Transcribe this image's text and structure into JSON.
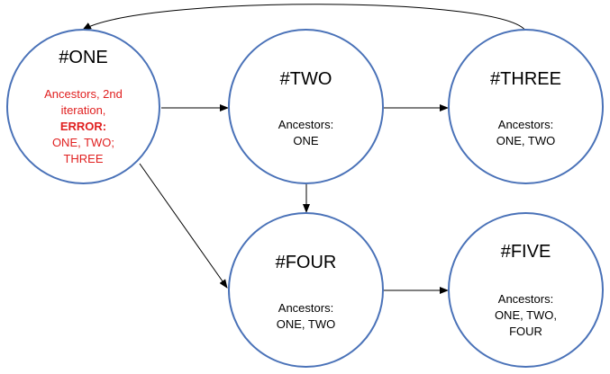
{
  "nodes": {
    "one": {
      "title": "#ONE",
      "lines": [
        "Ancestors, 2nd",
        "iteration,",
        "ERROR:",
        "ONE, TWO;",
        "THREE"
      ],
      "error": true
    },
    "two": {
      "title": "#TWO",
      "lines": [
        "Ancestors:",
        "ONE"
      ]
    },
    "three": {
      "title": "#THREE",
      "lines": [
        "Ancestors:",
        "ONE, TWO"
      ]
    },
    "four": {
      "title": "#FOUR",
      "lines": [
        "Ancestors:",
        "ONE, TWO"
      ]
    },
    "five": {
      "title": "#FIVE",
      "lines": [
        "Ancestors:",
        "ONE, TWO,",
        "FOUR"
      ]
    }
  },
  "edges": [
    {
      "from": "one",
      "to": "two"
    },
    {
      "from": "two",
      "to": "three"
    },
    {
      "from": "two",
      "to": "four"
    },
    {
      "from": "one",
      "to": "four"
    },
    {
      "from": "four",
      "to": "five"
    },
    {
      "from": "three",
      "to": "one"
    }
  ],
  "colors": {
    "node_border": "#4a72b8",
    "edge": "#000000",
    "error_text": "#e02020"
  }
}
